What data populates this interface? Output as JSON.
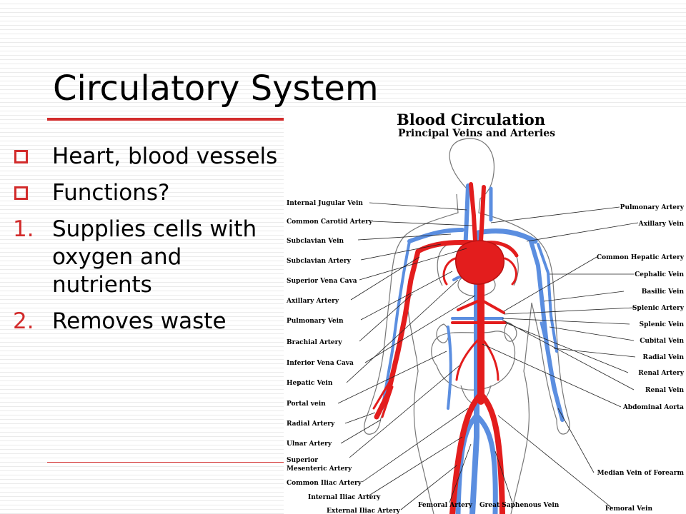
{
  "slide": {
    "title": "Circulatory System",
    "bullets": [
      {
        "marker": "square-icon",
        "text": "Heart, blood vessels"
      },
      {
        "marker": "square-icon",
        "text": "Functions?"
      },
      {
        "marker": "1.",
        "text": "Supplies cells with oxygen and nutrients"
      },
      {
        "marker": "2.",
        "text": "Removes waste"
      }
    ],
    "accent_color": "#d22b2b"
  },
  "figure": {
    "title": "Blood  Circulation",
    "subtitle": "Principal  Veins  and  Arteries",
    "artery_color": "#e31d1d",
    "vein_color": "#5b8ee0",
    "left_labels": [
      "Internal Jugular Vein",
      "Common Carotid Artery",
      "Subclavian Vein",
      "Subclavian Artery",
      "Superior Vena Cava",
      "Axillary Artery",
      "Pulmonary Vein",
      "Brachial Artery",
      "Inferior Vena Cava",
      "Hepatic Vein",
      "Portal vein",
      "Radial Artery",
      "Ulnar Artery",
      "Superior",
      "Mesenteric Artery",
      "Common Iliac Artery",
      "Internal Iliac Artery",
      "External Iliac Artery"
    ],
    "right_labels": [
      "Pulmonary Artery",
      "Axillary Vein",
      "Common Hepatic Artery",
      "Cephalic Vein",
      "Basilic Vein",
      "Splenic Artery",
      "Splenic Vein",
      "Cubital Vein",
      "Radial Vein",
      "Renal Artery",
      "Renal Vein",
      "Abdominal Aorta",
      "Median Vein of Forearm",
      "Femoral Vein"
    ],
    "bottom_labels": [
      "Femoral Artery",
      "Great Saphenous Vein"
    ]
  }
}
